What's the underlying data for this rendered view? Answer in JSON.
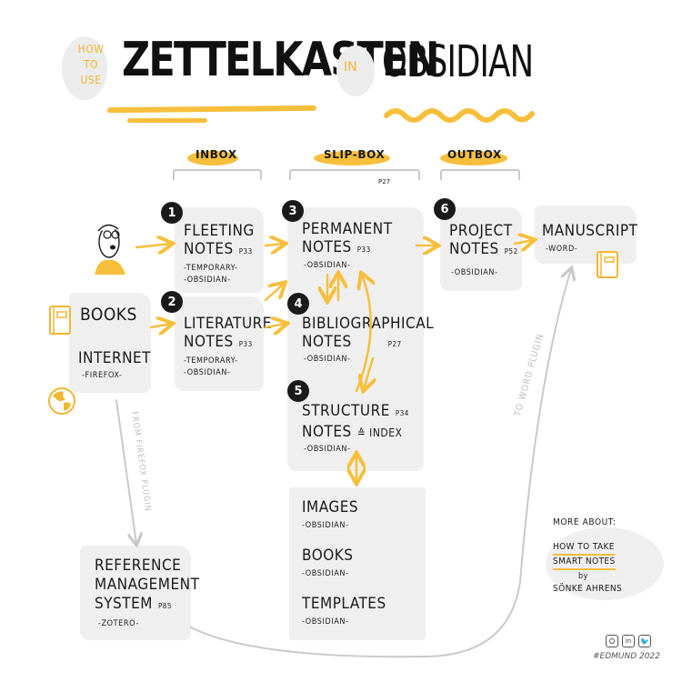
{
  "header": {
    "prefix": [
      "HOW",
      "TO",
      "USE"
    ],
    "title_main": "ZETTELKASTEN",
    "connector": "IN",
    "title_app": "OBSIDIAN"
  },
  "sections": {
    "inbox": "INBOX",
    "slipbox": "SLIP-BOX",
    "slipbox_page": "P27",
    "outbox": "OUTBOX"
  },
  "sources": {
    "books": "BOOKS",
    "internet": "INTERNET",
    "internet_tool": "-FIREFOX-"
  },
  "notes": [
    {
      "num": "1",
      "line1": "FLEETING",
      "line2": "NOTES",
      "page": "P33",
      "tags": [
        "-TEMPORARY-",
        "-OBSIDIAN-"
      ]
    },
    {
      "num": "2",
      "line1": "LITERATURE",
      "line2": "NOTES",
      "page": "P33",
      "tags": [
        "-TEMPORARY-",
        "-OBSIDIAN-"
      ]
    },
    {
      "num": "3",
      "line1": "PERMANENT",
      "line2": "NOTES",
      "page": "P33",
      "tags": [
        "-OBSIDIAN-"
      ]
    },
    {
      "num": "4",
      "line1": "BIBLIOGRAPHICAL",
      "line2": "NOTES",
      "page": "P27",
      "tags": [
        "-OBSIDIAN-"
      ]
    },
    {
      "num": "5",
      "line1": "STRUCTURE",
      "line2": "NOTES",
      "line2_suffix": "≙ INDEX",
      "page": "P34",
      "tags": [
        "-OBSIDIAN-"
      ]
    },
    {
      "num": "6",
      "line1": "PROJECT",
      "line2": "NOTES",
      "page": "P52",
      "tags": [
        "-OBSIDIAN-"
      ]
    }
  ],
  "manuscript": {
    "title": "MANUSCRIPT",
    "tool": "-WORD-"
  },
  "assets": [
    {
      "title": "IMAGES",
      "tool": "-OBSIDIAN-"
    },
    {
      "title": "BOOKS",
      "tool": "-OBSIDIAN-"
    },
    {
      "title": "TEMPLATES",
      "tool": "-OBSIDIAN-"
    }
  ],
  "reference": {
    "lines": [
      "REFERENCE",
      "MANAGEMENT",
      "SYSTEM"
    ],
    "page": "P85",
    "tool": "-ZOTERO-"
  },
  "connectors": {
    "firefox_plugin": "FROM FIREFOX PLUGIN",
    "word_plugin": "TO WORD PLUGIN"
  },
  "more_about": {
    "heading": "MORE ABOUT:",
    "book_line1": "HOW TO TAKE",
    "book_line2": "SMART NOTES",
    "by": "by",
    "author": "SÖNKE AHRENS"
  },
  "footer": {
    "social": [
      "instagram-icon",
      "linkedin-icon",
      "twitter-icon"
    ],
    "signature": "#EDMUND 2022"
  },
  "colors": {
    "accent": "#f7bf3c",
    "card": "#efefef",
    "ink": "#1a1a1a",
    "line_gray": "#c9c9c9"
  }
}
